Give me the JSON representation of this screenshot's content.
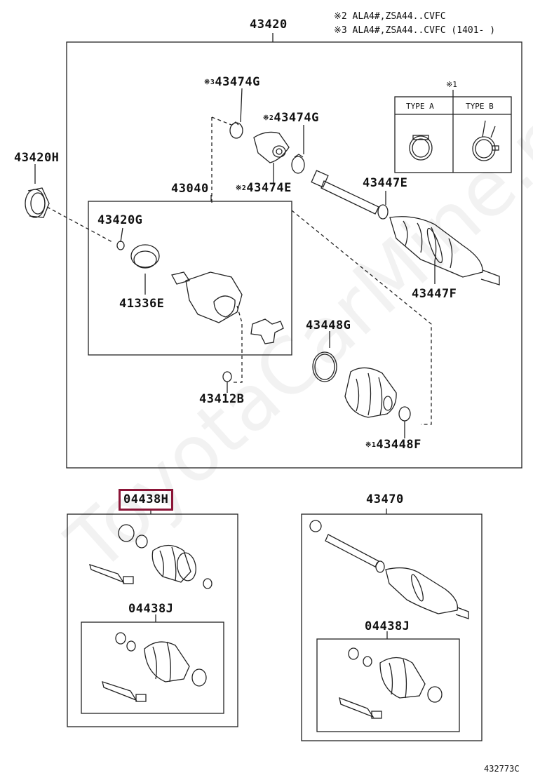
{
  "notes": {
    "n2": "※2 ALA4#,ZSA44..CVFC",
    "n3": "※3 ALA4#,ZSA44..CVFC (1401-   )"
  },
  "type_table": {
    "marker": "※1",
    "type_a": "TYPE A",
    "type_b": "TYPE B"
  },
  "watermark": "ToyotaCarMine.ru",
  "parts": {
    "p43420": "43420",
    "p43420H": "43420H",
    "p43474G_3": {
      "mark": "※3",
      "num": "43474G"
    },
    "p43474G_2": {
      "mark": "※2",
      "num": "43474G"
    },
    "p43474E": {
      "mark": "※2",
      "num": "43474E"
    },
    "p43040": "43040",
    "p43420G": "43420G",
    "p41336E": "41336E",
    "p43447E": "43447E",
    "p43447F": "43447F",
    "p43448G": "43448G",
    "p43412B": "43412B",
    "p43448F": {
      "mark": "※1",
      "num": "43448F"
    },
    "p04438H": "04438H",
    "p43470": "43470",
    "p04438J_left": "04438J",
    "p04438J_right": "04438J"
  },
  "diagram_code": "432773C",
  "highlight_color": "#8b1537"
}
